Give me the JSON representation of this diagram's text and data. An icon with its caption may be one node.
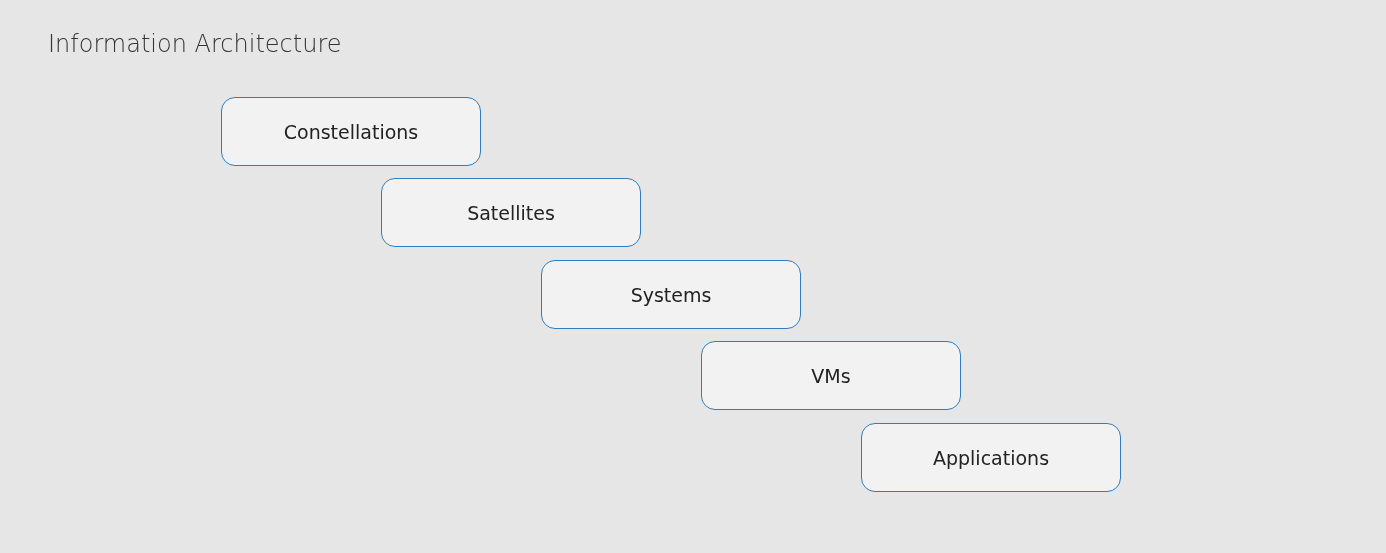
{
  "diagram": {
    "title": "Information Architecture",
    "nodes": [
      {
        "text": [
          "Constellations"
        ]
      },
      {
        "text": [
          "Satellites"
        ]
      },
      {
        "text": [
          "Systems"
        ]
      },
      {
        "text": [
          "VMs"
        ]
      },
      {
        "text": [
          "Applications"
        ]
      }
    ]
  }
}
